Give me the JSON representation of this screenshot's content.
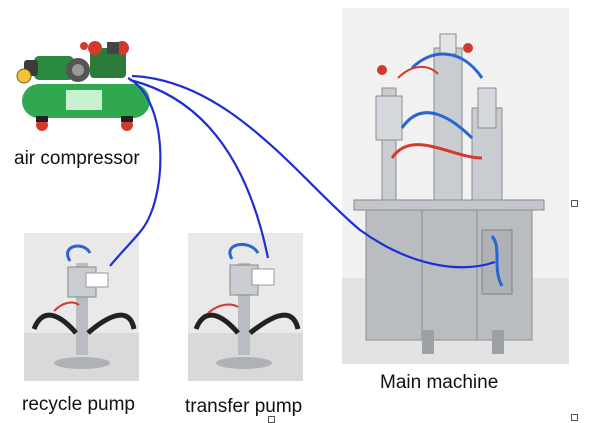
{
  "labels": {
    "compressor": "air compressor",
    "recycle_pump": "recycle pump",
    "transfer_pump": "transfer pump",
    "main_machine": "Main machine"
  },
  "colors": {
    "hose": "#1f2fd6",
    "compressor_tank": "#2fa84f",
    "steel": "#b9bcc0",
    "floor": "#e7e7e7"
  }
}
